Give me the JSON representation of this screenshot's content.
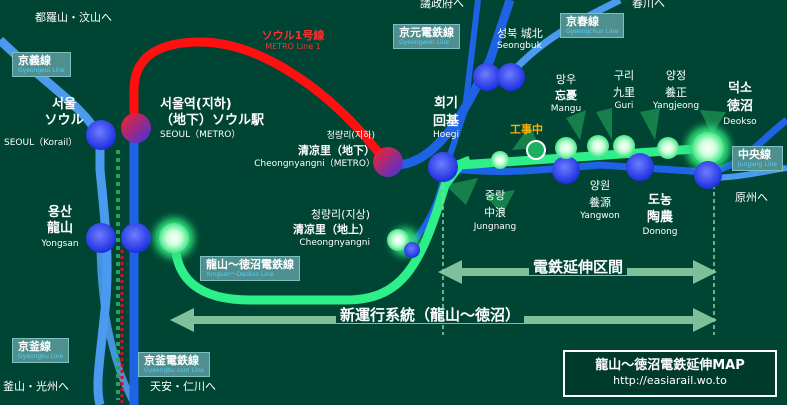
{
  "colors": {
    "background": "#004533",
    "line1": "#ff1010",
    "blue_lines": "#1e63e6",
    "light_blue": "#4a9bf0",
    "yongsan_line": "#2ef08a",
    "existing_line": "#15b060",
    "extension_arrow": "#7fbf9a",
    "badge_bg": "#4f8f8f",
    "badge_en_text": "#4fd0ff",
    "construction": "#ffb000"
  },
  "edge_labels": {
    "top_left": "都羅山・汶山へ",
    "top_center": "議政府へ",
    "top_right": "春川へ",
    "bottom_left": "釜山・光州へ",
    "bottom_center": "天安・仁川へ",
    "right": "原州へ"
  },
  "line_badges": {
    "gyeongui": {
      "jp": "京義線",
      "en": "Gyeongeui Line"
    },
    "gyeongwon": {
      "jp": "京元電鉄線",
      "en": "Gyeongwon Line"
    },
    "gyeongchun": {
      "jp": "京春線",
      "en": "Gyeongchun Line"
    },
    "jungang": {
      "jp": "中央線",
      "en": "Jungang Line"
    },
    "yongsan_deokso": {
      "jp": "龍山〜徳沼電鉄線",
      "en": "Yongsan〜Deokso Line"
    },
    "gyeongbu": {
      "jp": "京釜線",
      "en": "Gyeongbu Line"
    },
    "gyeongbu_elec": {
      "jp": "京釜電鉄線",
      "en": "Gyeongbu com Line"
    }
  },
  "line1": {
    "jp": "ソウル1号線",
    "en": "METRO Line 1"
  },
  "construction_label": "工事中",
  "stations": {
    "seoul_korail": {
      "kr": "서울",
      "jp": "ソウル",
      "en": "SEOUL（Korail）"
    },
    "seoul_metro": {
      "kr": "서울역(지하)",
      "jp": "（地下）ソウル駅",
      "en": "SEOUL（METRO）"
    },
    "yongsan": {
      "kr": "용산",
      "jp": "龍山",
      "en": "Yongsan"
    },
    "cheongnyangni_metro": {
      "kr": "청량리(지하)",
      "jp": "清凉里（地下）",
      "en": "Cheongnyangni（METRO）"
    },
    "cheongnyangni": {
      "kr": "청량리(지상)",
      "jp": "清凉里（地上）",
      "en": "Cheongnyangni"
    },
    "seongbuk": {
      "kr": "성북",
      "jp": "城北",
      "en": "Seongbuk"
    },
    "hoegi": {
      "kr": "회기",
      "jp": "回基",
      "en": "Hoegi"
    },
    "jungnang": {
      "kr": "중랑",
      "jp": "中浪",
      "en": "Jungnang"
    },
    "mangu": {
      "kr": "망우",
      "jp": "忘憂",
      "en": "Mangu"
    },
    "yangwon": {
      "kr": "양원",
      "jp": "養源",
      "en": "Yangwon"
    },
    "guri": {
      "kr": "구리",
      "jp": "九里",
      "en": "Guri"
    },
    "donong": {
      "kr": "도농",
      "jp": "陶農",
      "en": "Donong"
    },
    "yangjeong": {
      "kr": "양정",
      "jp": "養正",
      "en": "Yangjeong"
    },
    "deokso": {
      "kr": "덕소",
      "jp": "徳沼",
      "en": "Deokso"
    }
  },
  "arrows": {
    "extension": "電鉄延伸区間",
    "new_service": "新運行系統（龍山〜徳沼）"
  },
  "info": {
    "title": "龍山〜徳沼電鉄延伸MAP",
    "url": "http://easiarail.wo.to"
  }
}
